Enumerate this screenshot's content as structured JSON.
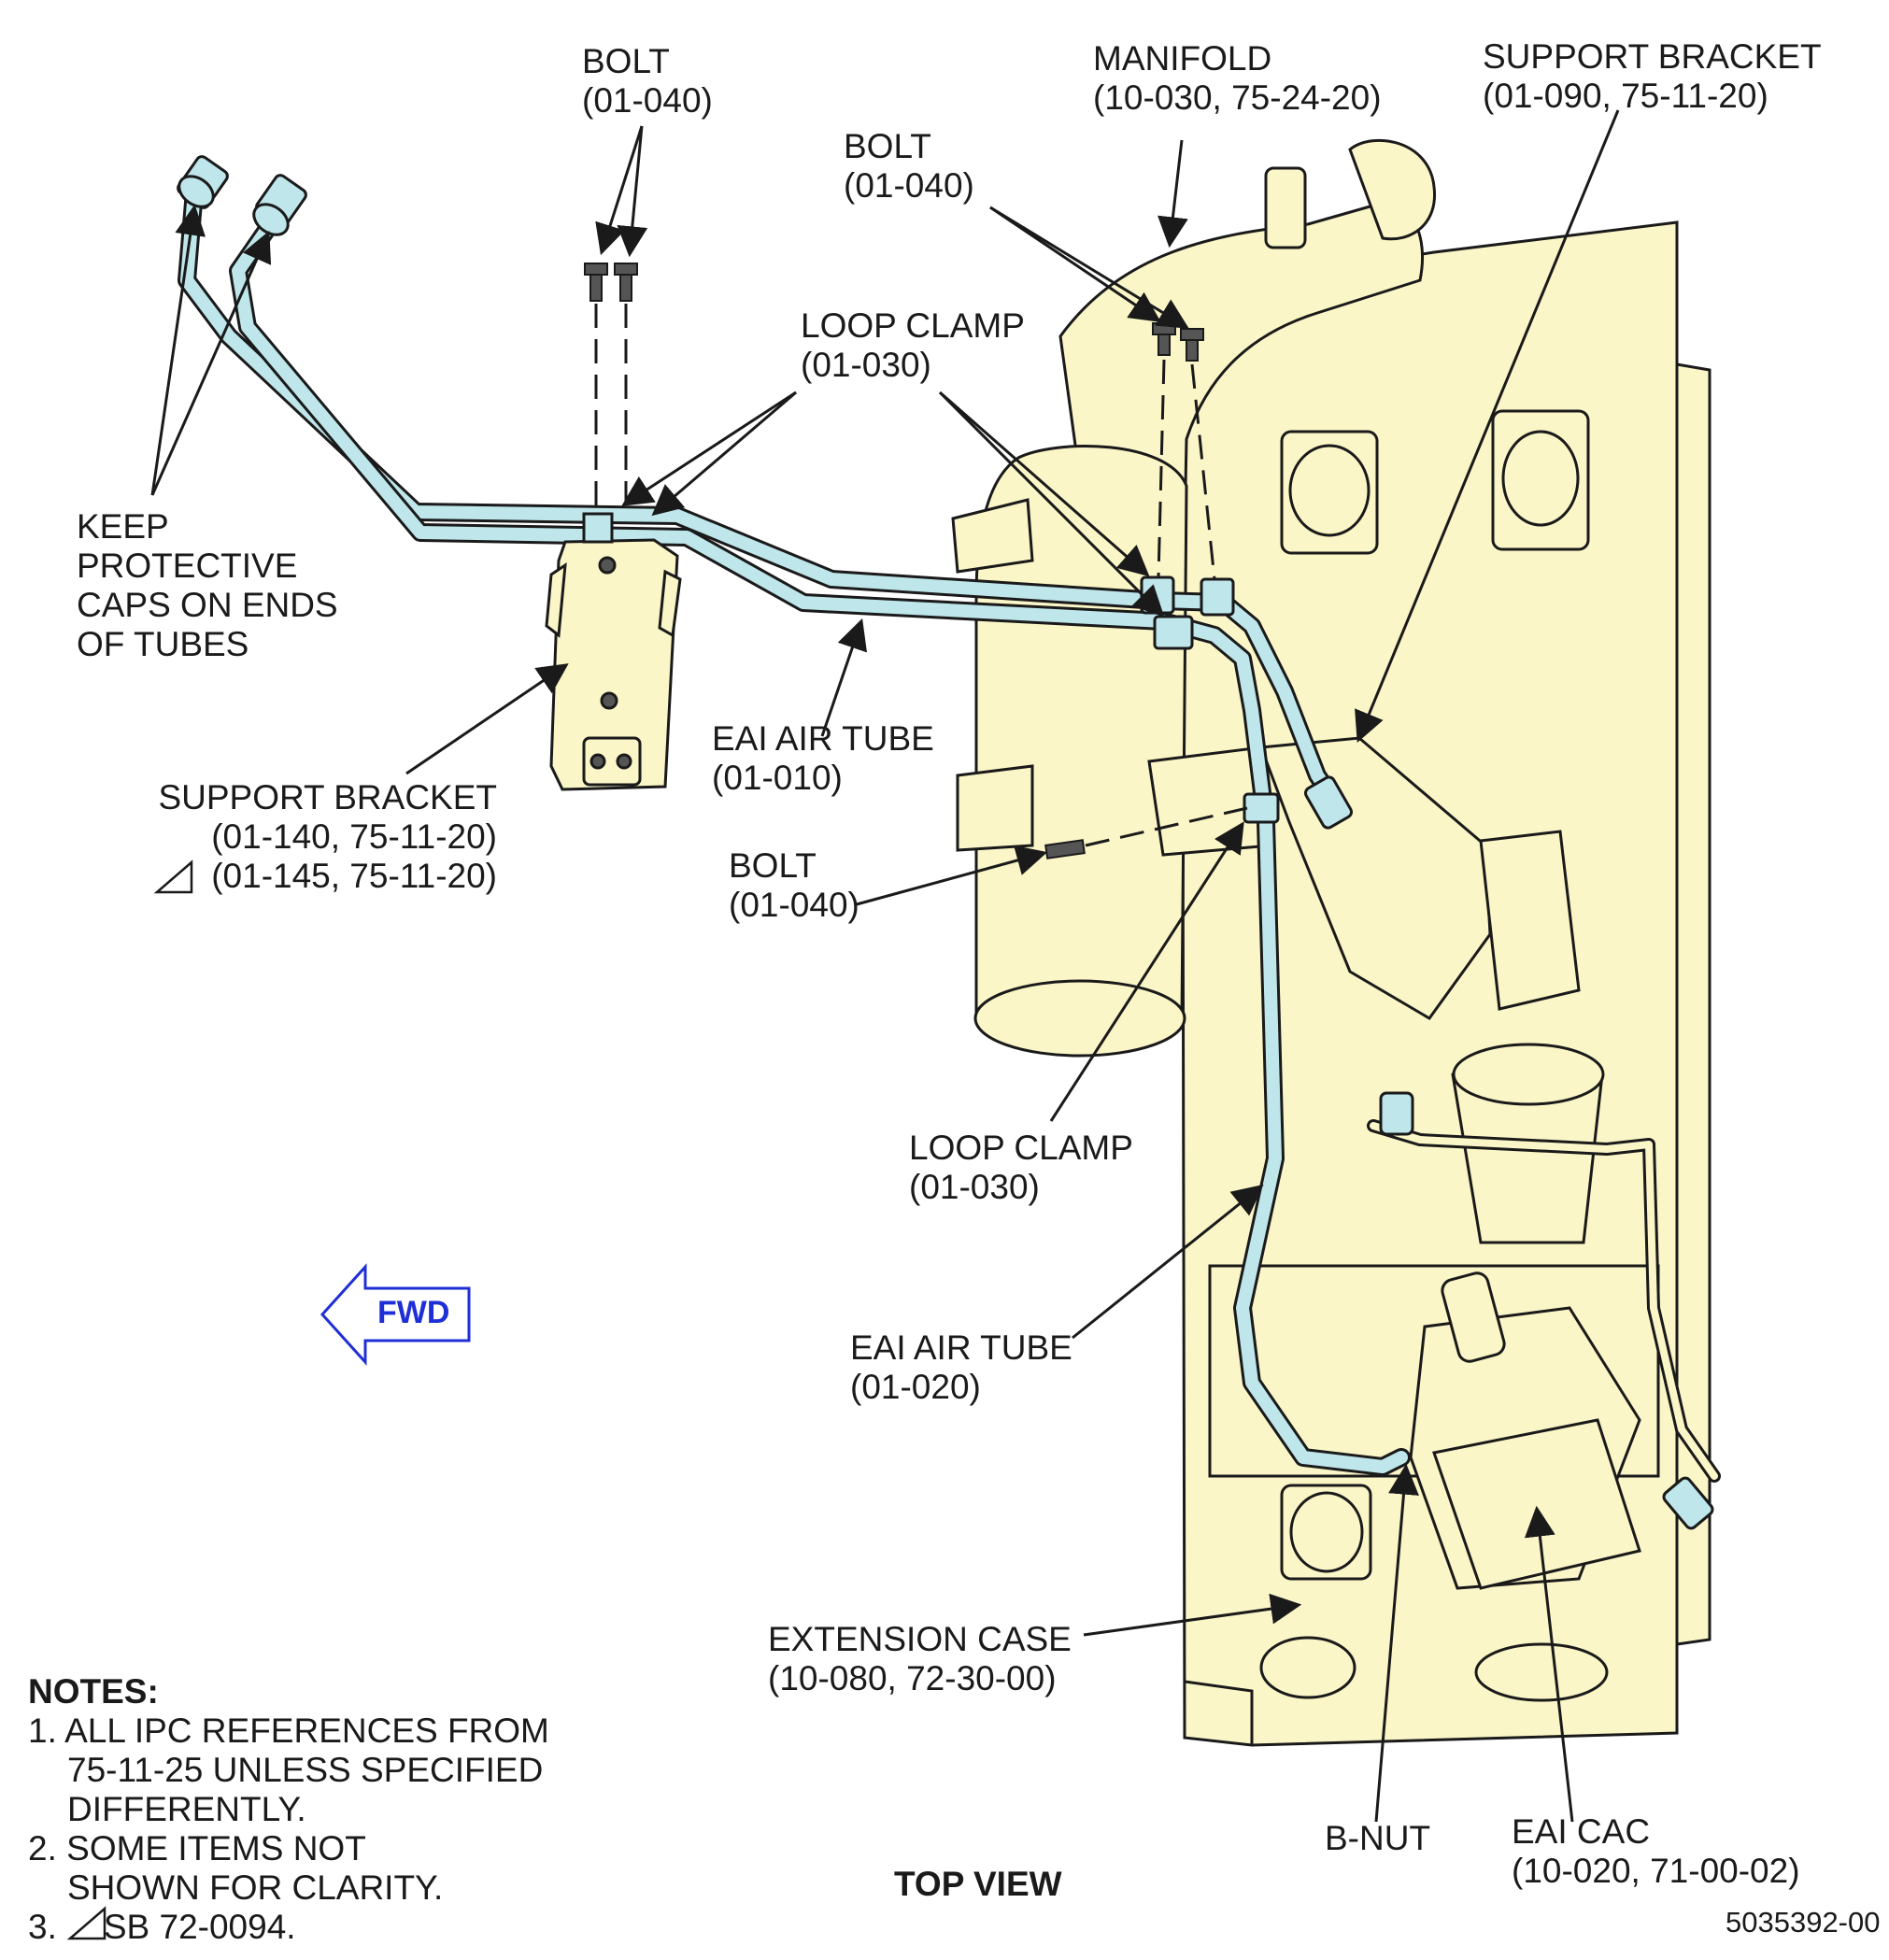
{
  "labels": {
    "bolt_top": {
      "name": "BOLT",
      "ref": "(01-040)"
    },
    "manifold": {
      "name": "MANIFOLD",
      "ref": "(10-030, 75-24-20)"
    },
    "support_bracket_right": {
      "name": "SUPPORT BRACKET",
      "ref": "(01-090, 75-11-20)"
    },
    "bolt_upper_mid": {
      "name": "BOLT",
      "ref": "(01-040)"
    },
    "loop_clamp_upper": {
      "name": "LOOP CLAMP",
      "ref": "(01-030)"
    },
    "keep_caps": {
      "lines": [
        "KEEP",
        "PROTECTIVE",
        "CAPS ON ENDS",
        "OF TUBES"
      ]
    },
    "eai_air_tube_010": {
      "name": "EAI AIR TUBE",
      "ref": "(01-010)"
    },
    "support_bracket_left": {
      "name": "SUPPORT BRACKET",
      "ref": "(01-140, 75-11-20)",
      "ref2": "(01-145, 75-11-20)"
    },
    "bolt_lower": {
      "name": "BOLT",
      "ref": "(01-040)"
    },
    "loop_clamp_lower": {
      "name": "LOOP CLAMP",
      "ref": "(01-030)"
    },
    "eai_air_tube_020": {
      "name": "EAI AIR TUBE",
      "ref": "(01-020)"
    },
    "extension_case": {
      "name": "EXTENSION CASE",
      "ref": "(10-080, 72-30-00)"
    },
    "b_nut": {
      "name": "B-NUT"
    },
    "eai_cac": {
      "name": "EAI CAC",
      "ref": "(10-020, 71-00-02)"
    }
  },
  "fwd_label": "FWD",
  "view_title": "TOP VIEW",
  "notes": {
    "heading": "NOTES:",
    "n1_a": "1. ALL IPC REFERENCES FROM",
    "n1_b": "75-11-25 UNLESS SPECIFIED",
    "n1_c": "DIFFERENTLY.",
    "n2_a": "2. SOME ITEMS NOT",
    "n2_b": "SHOWN FOR CLARITY.",
    "n3_a": "3.",
    "n3_b": "SB 72-0094."
  },
  "figure_number": "5035392-00",
  "colors": {
    "case_fill": "#fbf6c8",
    "tube_fill": "#bfe6ea",
    "fwd": "#1f2fd6",
    "line": "#1a1a1a"
  }
}
